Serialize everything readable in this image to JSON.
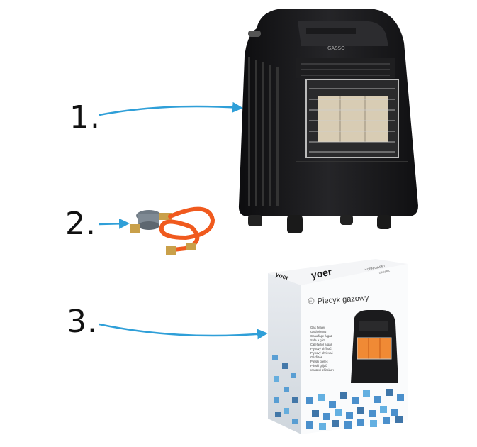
{
  "labels": {
    "one": "1.",
    "two": "2.",
    "three": "3."
  },
  "heater": {
    "brand": "GASSO"
  },
  "box": {
    "logo_small": "yoer",
    "logo_main": "yoer",
    "model": "YOER GAS50",
    "code": "GA01BK",
    "lang_badge": "PL",
    "title": "Piecyk gazowy",
    "languages": [
      "Gas heater",
      "Gasheizung",
      "Chauffage à gaz",
      "Sufa a gáz",
      "Calefactor a gas",
      "Plynový ohřívač",
      "Plynový ohrievač",
      "Gázfűtés",
      "Plinski grelec",
      "Plinski grijač",
      "газовий обігрівач"
    ]
  },
  "colors": {
    "arrow": "#2f9fd8",
    "hose": "#f05a1e",
    "brass": "#c9a04a",
    "heater": "#1b1b1d"
  }
}
